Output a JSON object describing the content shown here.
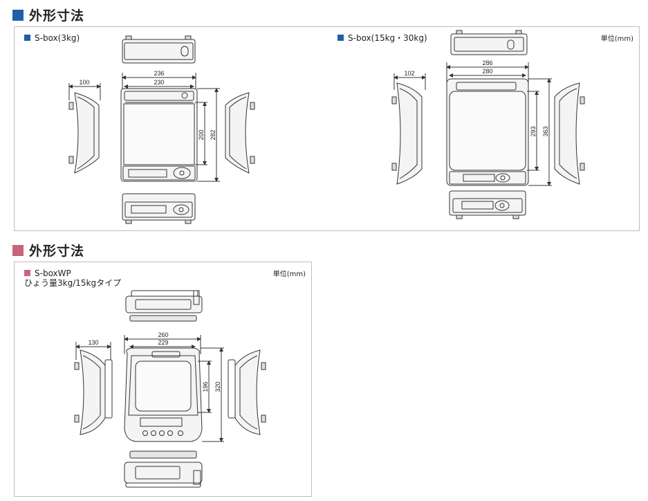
{
  "sections": [
    {
      "title": "外形寸法",
      "color": "#1f5fa8"
    },
    {
      "title": "外形寸法",
      "color": "#c9657a"
    }
  ],
  "panel1": {
    "unit": "単位(mm)",
    "left_label": "S-box(3kg)",
    "right_label": "S-box(15kg・30kg)",
    "dims_left": {
      "width_outer": "236",
      "width_inner": "230",
      "depth": "100",
      "h_inner": "200",
      "h_outer": "282"
    },
    "dims_right": {
      "width_outer": "286",
      "width_inner": "280",
      "depth": "102",
      "h_inner": "293",
      "h_outer": "363"
    }
  },
  "panel2": {
    "unit": "単位(mm)",
    "label_line1": "S-boxWP",
    "label_line2": "ひょう量3kg/15kgタイプ",
    "dims": {
      "width_outer": "260",
      "width_inner": "229",
      "depth": "130",
      "h_inner": "196",
      "h_outer": "320"
    }
  },
  "colors": {
    "blue": "#1f5fa8",
    "pink": "#c9657a",
    "line": "#333333",
    "fill": "#f4f4f4"
  }
}
